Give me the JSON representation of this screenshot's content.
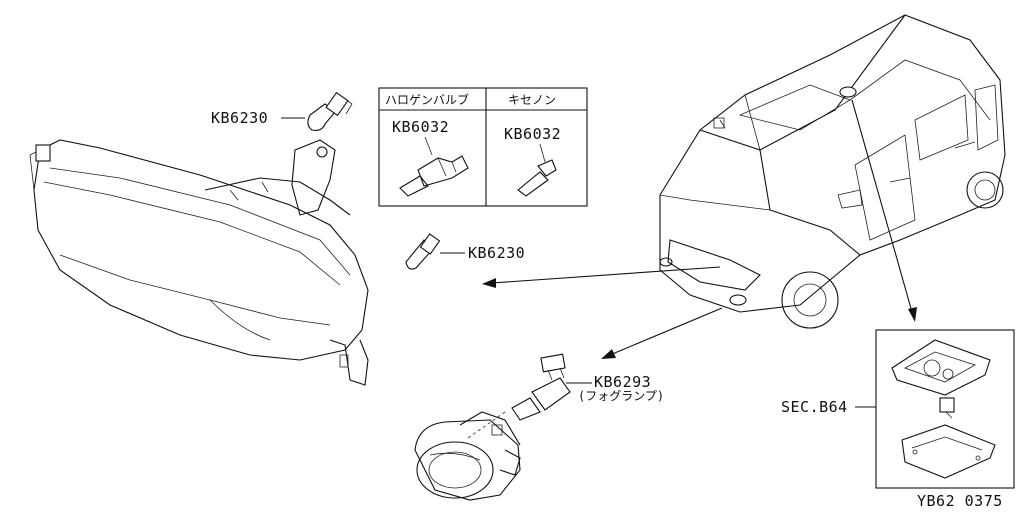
{
  "labels": {
    "kb6230_top": "KB6230",
    "kb6230_mid": "KB6230",
    "kb6293": "KB6293",
    "fog_lamp": "(フォグランプ)",
    "sec_b64": "SEC.B64",
    "code": "YB62 0375"
  },
  "bulb_table": {
    "headers": [
      "ハロゲンバルブ",
      "キセノン"
    ],
    "parts": [
      "KB6032",
      "KB6032"
    ]
  }
}
